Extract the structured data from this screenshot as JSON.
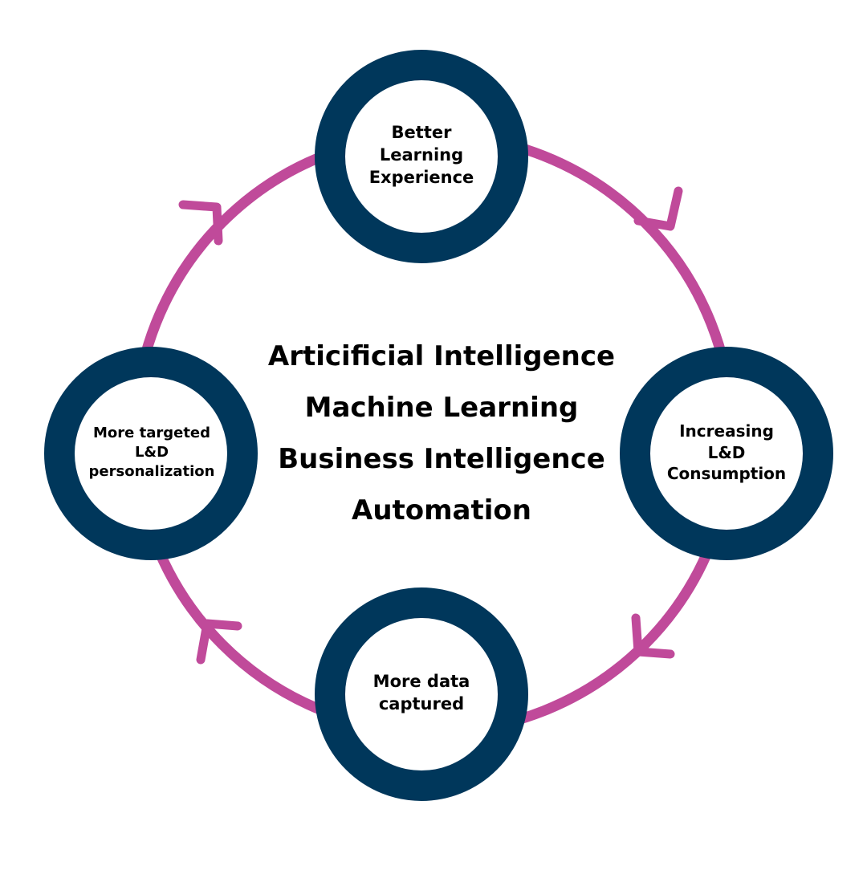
{
  "colors": {
    "ring": "#c04a9a",
    "node_ring": "#00375b",
    "node_fill": "#ffffff",
    "text": "#000000"
  },
  "center": {
    "lines": [
      "Articificial Intelligence",
      "Machine Learning",
      "Business Intelligence",
      "Automation"
    ]
  },
  "nodes": {
    "top": {
      "lines": [
        "Better",
        "Learning",
        "Experience"
      ]
    },
    "right": {
      "lines": [
        "Increasing",
        "L&D",
        "Consumption"
      ]
    },
    "bottom": {
      "lines": [
        "More data",
        "captured"
      ]
    },
    "left": {
      "lines": [
        "More targeted",
        "L&D",
        "personalization"
      ]
    }
  },
  "flow": {
    "direction": "clockwise",
    "sequence": [
      "top",
      "right",
      "bottom",
      "left"
    ]
  }
}
